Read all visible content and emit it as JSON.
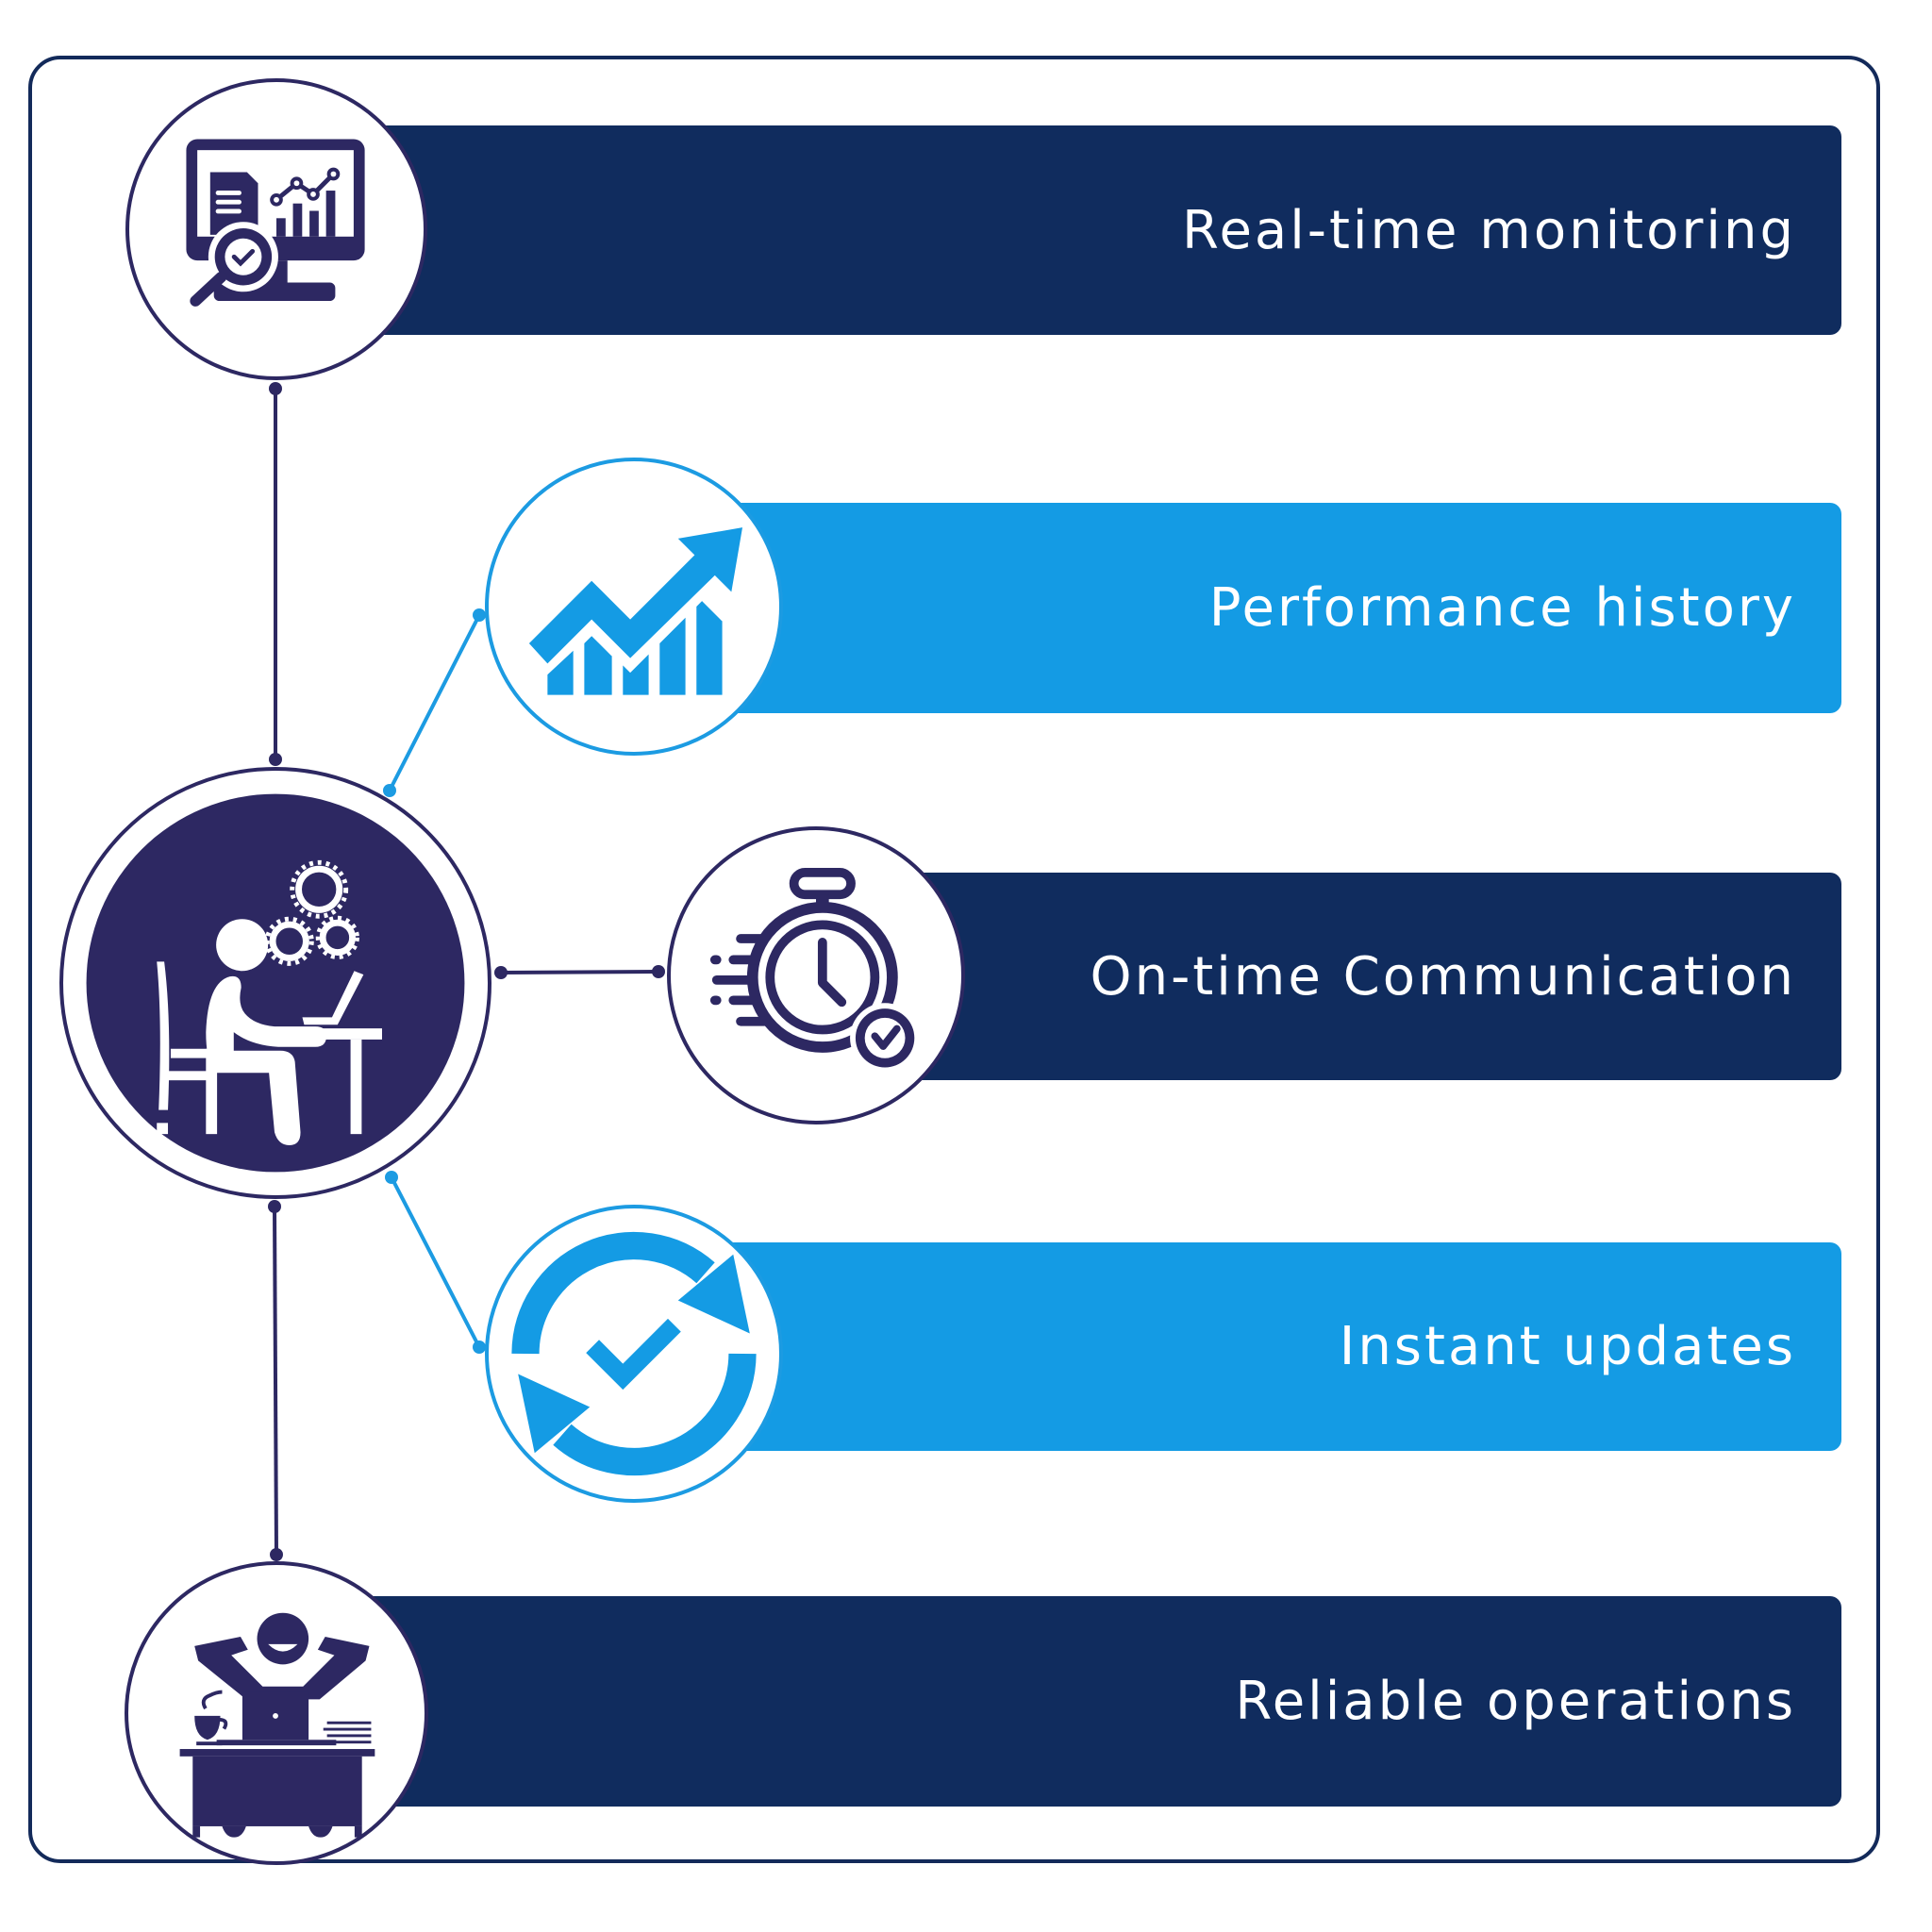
{
  "colors": {
    "navy_bar": "#102C5E",
    "sky_bar": "#149BE4",
    "icon_navy": "#2D2862",
    "icon_sky": "#149BE4",
    "frame": "#132A5A",
    "text": "#FFFFFF"
  },
  "hub": {
    "icon": "person-working-at-laptop-with-gears-icon"
  },
  "items": [
    {
      "label": "Real-time monitoring",
      "icon": "monitor-analytics-magnifier-icon",
      "style": "navy"
    },
    {
      "label": "Performance history",
      "icon": "growth-chart-arrow-icon",
      "style": "sky"
    },
    {
      "label": "On-time Communication",
      "icon": "stopwatch-check-icon",
      "style": "navy"
    },
    {
      "label": "Instant updates",
      "icon": "refresh-check-icon",
      "style": "sky"
    },
    {
      "label": "Reliable operations",
      "icon": "relaxed-person-at-desk-icon",
      "style": "navy"
    }
  ]
}
